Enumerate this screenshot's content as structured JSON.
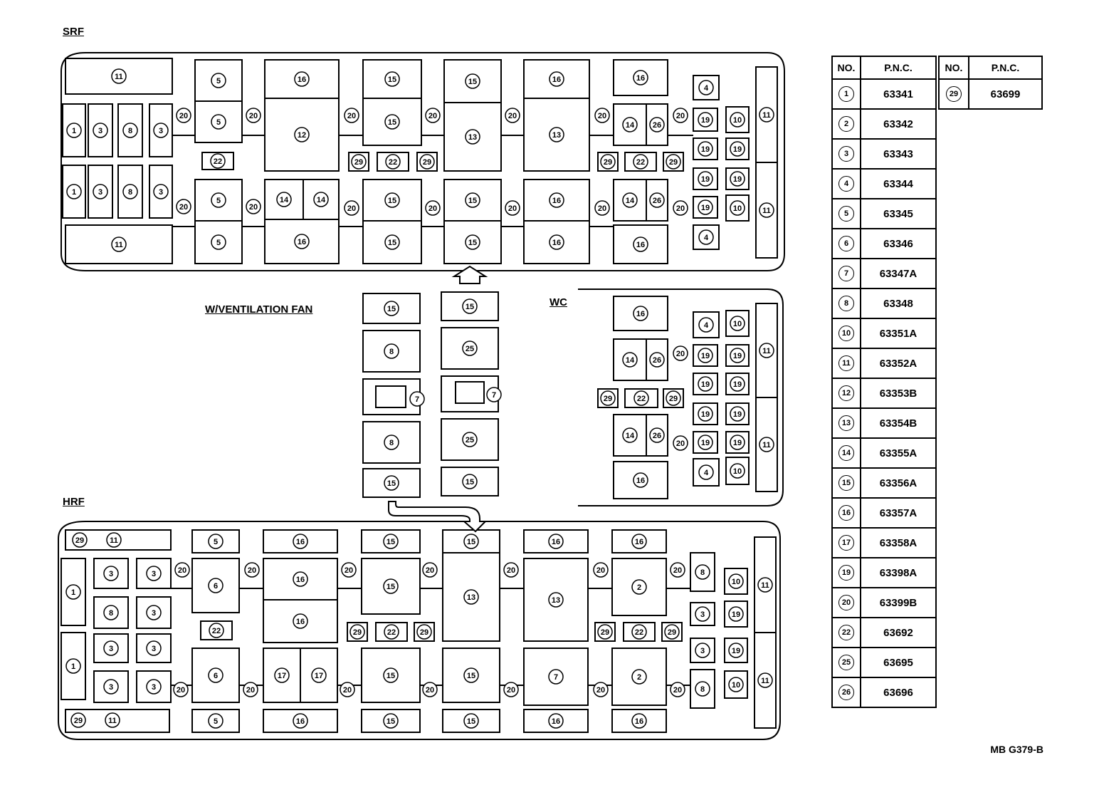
{
  "labels": {
    "srf": "SRF",
    "hrf": "HRF",
    "wc": "WC",
    "vent_fan": "W/VENTILATION FAN",
    "ref": "MB G379-B"
  },
  "table": {
    "headers": [
      "NO.",
      "P.N.C."
    ],
    "rows": [
      {
        "no": "1",
        "pnc": "63341"
      },
      {
        "no": "2",
        "pnc": "63342"
      },
      {
        "no": "3",
        "pnc": "63343"
      },
      {
        "no": "4",
        "pnc": "63344"
      },
      {
        "no": "5",
        "pnc": "63345"
      },
      {
        "no": "6",
        "pnc": "63346"
      },
      {
        "no": "7",
        "pnc": "63347A"
      },
      {
        "no": "8",
        "pnc": "63348"
      },
      {
        "no": "10",
        "pnc": "63351A"
      },
      {
        "no": "11",
        "pnc": "63352A"
      },
      {
        "no": "12",
        "pnc": "63353B"
      },
      {
        "no": "13",
        "pnc": "63354B"
      },
      {
        "no": "14",
        "pnc": "63355A"
      },
      {
        "no": "15",
        "pnc": "63356A"
      },
      {
        "no": "16",
        "pnc": "63357A"
      },
      {
        "no": "17",
        "pnc": "63358A"
      },
      {
        "no": "19",
        "pnc": "63398A"
      },
      {
        "no": "20",
        "pnc": "63399B"
      },
      {
        "no": "22",
        "pnc": "63692"
      },
      {
        "no": "25",
        "pnc": "63695"
      },
      {
        "no": "26",
        "pnc": "63696"
      }
    ],
    "side_row": {
      "no": "29",
      "pnc": "63699"
    }
  },
  "callouts": {
    "n1": "1",
    "n2": "2",
    "n3": "3",
    "n4": "4",
    "n5": "5",
    "n6": "6",
    "n7": "7",
    "n8": "8",
    "n10": "10",
    "n11": "11",
    "n12": "12",
    "n13": "13",
    "n14": "14",
    "n15": "15",
    "n16": "16",
    "n17": "17",
    "n19": "19",
    "n20": "20",
    "n22": "22",
    "n25": "25",
    "n26": "26",
    "n29": "29"
  }
}
